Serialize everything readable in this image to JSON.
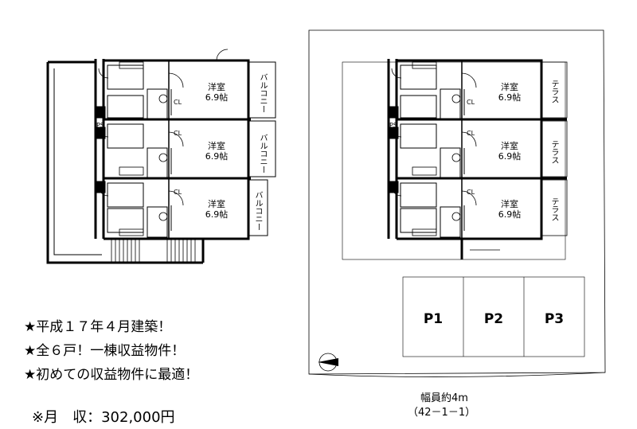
{
  "promo": {
    "line1": "★平成１７年４月建築！",
    "line2": "★全６戸！一棟収益物件！",
    "line3": "★初めての収益物件に最適！"
  },
  "income": "※月　収：302,000円",
  "road": {
    "width": "幅員約4m",
    "code": "（42－1－1）"
  },
  "left_plan": {
    "room_name": "洋室",
    "room_size": "6.9帖",
    "balcony": "バルコニー",
    "ps": "PS",
    "cl": "CL"
  },
  "right_plan": {
    "room_name": "洋室",
    "room_size": "6.9帖",
    "terrace": "テラス",
    "ps": "PS",
    "cl": "CL"
  },
  "parking": [
    "P1",
    "P2",
    "P3"
  ]
}
